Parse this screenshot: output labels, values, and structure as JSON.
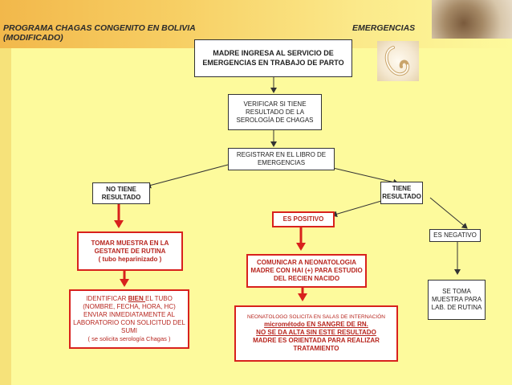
{
  "header": {
    "program_title_line1": "PROGRAMA CHAGAS CONGENITO EN BOLIVIA",
    "program_title_line2": "(MODIFICADO)",
    "section_title": "EMERGENCIAS"
  },
  "nodes": {
    "n1": "MADRE INGRESA AL SERVICIO DE EMERGENCIAS EN TRABAJO DE PARTO",
    "n2": "VERIFICAR SI TIENE RESULTADO DE LA SEROLOGÍA DE CHAGAS",
    "n3": "REGISTRAR EN EL LIBRO DE EMERGENCIAS",
    "n4": "NO TIENE RESULTADO",
    "n5": "TIENE RESULTADO",
    "n6": "ES POSITIVO",
    "n7": "ES NEGATIVO",
    "n8_line1": "TOMAR MUESTRA EN LA GESTANTE DE RUTINA",
    "n8_line2": "( tubo heparinizado )",
    "n9": "COMUNICAR A NEONATOLOGIA MADRE CON HAI (+) PARA ESTUDIO DEL RECIEN NACIDO",
    "n10": "SE TOMA MUESTRA PARA LAB. DE RUTINA",
    "n11_pre": "IDENTIFICAR ",
    "n11_bien": "BIEN ",
    "n11_rest": "EL TUBO (NOMBRE, FECHA, HORA, HC) ENVIAR INMEDIATAMENTE  AL LABORATORIO CON SOLICITUD DEL SUMI",
    "n11_note": "( se solicita serología  Chagas )",
    "n12_line1": "NEONATOLOGO SOLICITA EN SALAS DE INTERNACIÓN",
    "n12_line2": "micrométodo EN SANGRE DE RN.",
    "n12_line3": "NO SE DA ALTA SIN ESTE RESULTADO",
    "n12_line4": "MADRE ES ORIENTADA PARA REALIZAR TRATAMIENTO"
  }
}
